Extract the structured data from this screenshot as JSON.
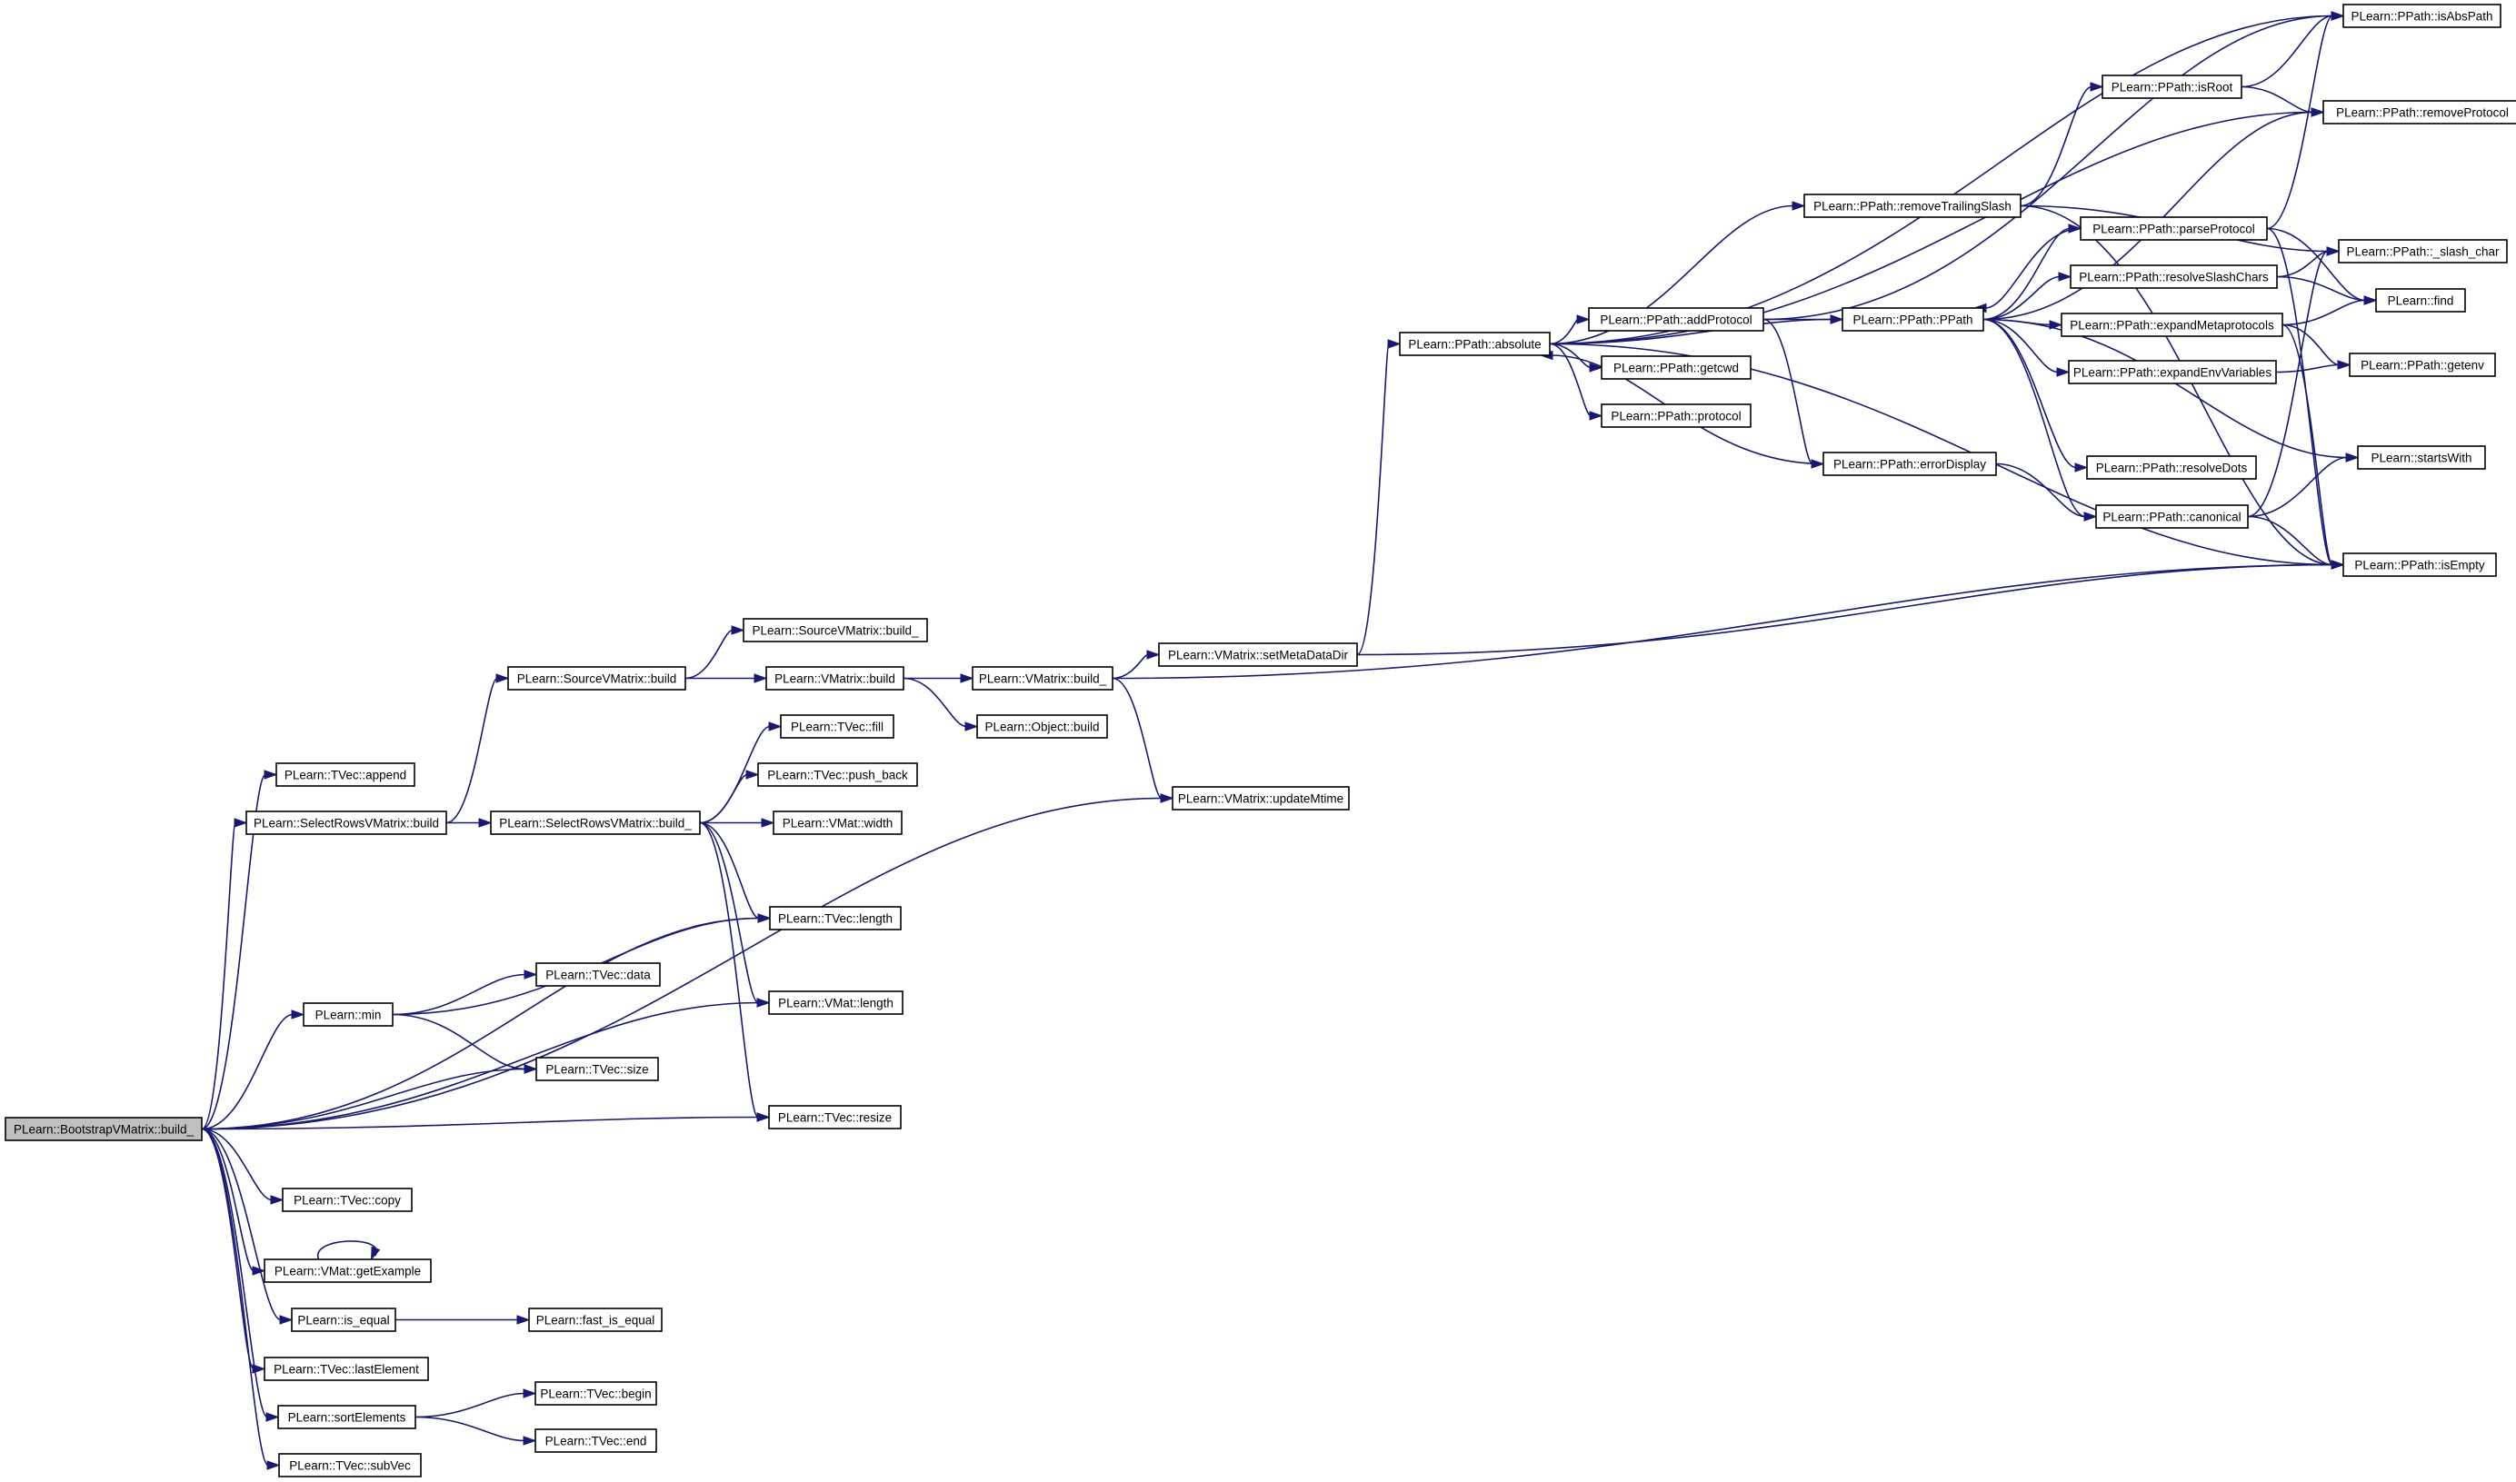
{
  "nodes": [
    {
      "id": "bootstrap_build_",
      "label": "PLearn::BootstrapVMatrix::build_",
      "kind": "root"
    },
    {
      "id": "tvec_append",
      "label": "PLearn::TVec::append",
      "kind": "normal"
    },
    {
      "id": "selrows_build",
      "label": "PLearn::SelectRowsVMatrix::build",
      "kind": "normal"
    },
    {
      "id": "selrows_build_",
      "label": "PLearn::SelectRowsVMatrix::build_",
      "kind": "normal"
    },
    {
      "id": "srcv_build",
      "label": "PLearn::SourceVMatrix::build",
      "kind": "normal"
    },
    {
      "id": "srcv_build_",
      "label": "PLearn::SourceVMatrix::build_",
      "kind": "normal"
    },
    {
      "id": "vmatrix_build",
      "label": "PLearn::VMatrix::build",
      "kind": "normal"
    },
    {
      "id": "vmatrix_build_",
      "label": "PLearn::VMatrix::build_",
      "kind": "normal"
    },
    {
      "id": "object_build",
      "label": "PLearn::Object::build",
      "kind": "normal"
    },
    {
      "id": "setmetadatadir",
      "label": "PLearn::VMatrix::setMetaDataDir",
      "kind": "normal"
    },
    {
      "id": "updatemtime",
      "label": "PLearn::VMatrix::updateMtime",
      "kind": "normal"
    },
    {
      "id": "tvec_fill",
      "label": "PLearn::TVec::fill",
      "kind": "normal"
    },
    {
      "id": "tvec_push_back",
      "label": "PLearn::TVec::push_back",
      "kind": "normal"
    },
    {
      "id": "vmat_width",
      "label": "PLearn::VMat::width",
      "kind": "normal"
    },
    {
      "id": "tvec_length",
      "label": "PLearn::TVec::length",
      "kind": "normal"
    },
    {
      "id": "min",
      "label": "PLearn::min",
      "kind": "normal"
    },
    {
      "id": "tvec_data",
      "label": "PLearn::TVec::data",
      "kind": "normal"
    },
    {
      "id": "tvec_size",
      "label": "PLearn::TVec::size",
      "kind": "normal"
    },
    {
      "id": "vmat_length",
      "label": "PLearn::VMat::length",
      "kind": "normal"
    },
    {
      "id": "tvec_resize",
      "label": "PLearn::TVec::resize",
      "kind": "normal"
    },
    {
      "id": "tvec_copy",
      "label": "PLearn::TVec::copy",
      "kind": "normal"
    },
    {
      "id": "vmat_getexample",
      "label": "PLearn::VMat::getExample",
      "kind": "normal"
    },
    {
      "id": "is_equal",
      "label": "PLearn::is_equal",
      "kind": "normal"
    },
    {
      "id": "fast_is_equal",
      "label": "PLearn::fast_is_equal",
      "kind": "normal"
    },
    {
      "id": "tvec_lastelement",
      "label": "PLearn::TVec::lastElement",
      "kind": "normal"
    },
    {
      "id": "sortelements",
      "label": "PLearn::sortElements",
      "kind": "normal"
    },
    {
      "id": "tvec_begin",
      "label": "PLearn::TVec::begin",
      "kind": "normal"
    },
    {
      "id": "tvec_end",
      "label": "PLearn::TVec::end",
      "kind": "normal"
    },
    {
      "id": "tvec_subvec",
      "label": "PLearn::TVec::subVec",
      "kind": "normal"
    },
    {
      "id": "ppath_absolute",
      "label": "PLearn::PPath::absolute",
      "kind": "normal"
    },
    {
      "id": "ppath_addprotocol",
      "label": "PLearn::PPath::addProtocol",
      "kind": "normal"
    },
    {
      "id": "ppath_getcwd",
      "label": "PLearn::PPath::getcwd",
      "kind": "normal"
    },
    {
      "id": "ppath_protocol",
      "label": "PLearn::PPath::protocol",
      "kind": "normal"
    },
    {
      "id": "ppath_removetrailingslash",
      "label": "PLearn::PPath::removeTrailingSlash",
      "kind": "normal"
    },
    {
      "id": "ppath_ppath",
      "label": "PLearn::PPath::PPath",
      "kind": "normal"
    },
    {
      "id": "ppath_errordisplay",
      "label": "PLearn::PPath::errorDisplay",
      "kind": "normal"
    },
    {
      "id": "ppath_isroot",
      "label": "PLearn::PPath::isRoot",
      "kind": "truncated"
    },
    {
      "id": "ppath_parseprotocol",
      "label": "PLearn::PPath::parseProtocol",
      "kind": "normal"
    },
    {
      "id": "ppath_resolveslashchars",
      "label": "PLearn::PPath::resolveSlashChars",
      "kind": "truncated"
    },
    {
      "id": "ppath_expandmetaprotocols",
      "label": "PLearn::PPath::expandMetaprotocols",
      "kind": "truncated"
    },
    {
      "id": "ppath_expandenvvariables",
      "label": "PLearn::PPath::expandEnvVariables",
      "kind": "normal"
    },
    {
      "id": "ppath_resolvedots",
      "label": "PLearn::PPath::resolveDots",
      "kind": "truncated"
    },
    {
      "id": "ppath_canonical",
      "label": "PLearn::PPath::canonical",
      "kind": "truncated"
    },
    {
      "id": "ppath_isabspath",
      "label": "PLearn::PPath::isAbsPath",
      "kind": "normal"
    },
    {
      "id": "ppath_removeprotocol",
      "label": "PLearn::PPath::removeProtocol",
      "kind": "normal"
    },
    {
      "id": "ppath_slash_char",
      "label": "PLearn::PPath::_slash_char",
      "kind": "normal"
    },
    {
      "id": "find",
      "label": "PLearn::find",
      "kind": "normal"
    },
    {
      "id": "ppath_getenv",
      "label": "PLearn::PPath::getenv",
      "kind": "normal"
    },
    {
      "id": "startswith",
      "label": "PLearn::startsWith",
      "kind": "normal"
    },
    {
      "id": "ppath_isempty",
      "label": "PLearn::PPath::isEmpty",
      "kind": "normal"
    }
  ],
  "edges": [
    [
      "bootstrap_build_",
      "tvec_append"
    ],
    [
      "bootstrap_build_",
      "selrows_build"
    ],
    [
      "bootstrap_build_",
      "updatemtime"
    ],
    [
      "bootstrap_build_",
      "tvec_length"
    ],
    [
      "bootstrap_build_",
      "min"
    ],
    [
      "bootstrap_build_",
      "tvec_size"
    ],
    [
      "bootstrap_build_",
      "vmat_length"
    ],
    [
      "bootstrap_build_",
      "tvec_resize"
    ],
    [
      "bootstrap_build_",
      "tvec_copy"
    ],
    [
      "bootstrap_build_",
      "vmat_getexample"
    ],
    [
      "bootstrap_build_",
      "is_equal"
    ],
    [
      "bootstrap_build_",
      "tvec_lastelement"
    ],
    [
      "bootstrap_build_",
      "sortelements"
    ],
    [
      "bootstrap_build_",
      "tvec_subvec"
    ],
    [
      "selrows_build",
      "srcv_build"
    ],
    [
      "selrows_build",
      "selrows_build_"
    ],
    [
      "srcv_build",
      "srcv_build_"
    ],
    [
      "srcv_build",
      "vmatrix_build"
    ],
    [
      "vmatrix_build",
      "vmatrix_build_"
    ],
    [
      "vmatrix_build",
      "object_build"
    ],
    [
      "vmatrix_build_",
      "setmetadatadir"
    ],
    [
      "vmatrix_build_",
      "updatemtime"
    ],
    [
      "vmatrix_build_",
      "ppath_isempty"
    ],
    [
      "selrows_build_",
      "tvec_fill"
    ],
    [
      "selrows_build_",
      "tvec_push_back"
    ],
    [
      "selrows_build_",
      "vmat_width"
    ],
    [
      "selrows_build_",
      "tvec_length"
    ],
    [
      "selrows_build_",
      "vmat_length"
    ],
    [
      "selrows_build_",
      "tvec_resize"
    ],
    [
      "min",
      "tvec_data"
    ],
    [
      "min",
      "tvec_length"
    ],
    [
      "min",
      "tvec_size"
    ],
    [
      "vmat_getexample",
      "vmat_getexample"
    ],
    [
      "is_equal",
      "fast_is_equal"
    ],
    [
      "sortelements",
      "tvec_begin"
    ],
    [
      "sortelements",
      "tvec_end"
    ],
    [
      "setmetadatadir",
      "ppath_absolute"
    ],
    [
      "setmetadatadir",
      "ppath_isempty"
    ],
    [
      "ppath_absolute",
      "ppath_isabspath"
    ],
    [
      "ppath_absolute",
      "ppath_removeprotocol"
    ],
    [
      "ppath_absolute",
      "ppath_removetrailingslash"
    ],
    [
      "ppath_absolute",
      "ppath_addprotocol"
    ],
    [
      "ppath_absolute",
      "ppath_ppath"
    ],
    [
      "ppath_absolute",
      "ppath_getcwd"
    ],
    [
      "ppath_absolute",
      "ppath_protocol"
    ],
    [
      "ppath_absolute",
      "ppath_isempty"
    ],
    [
      "ppath_addprotocol",
      "ppath_ppath"
    ],
    [
      "ppath_addprotocol",
      "ppath_errordisplay"
    ],
    [
      "ppath_addprotocol",
      "ppath_isabspath"
    ],
    [
      "ppath_errordisplay",
      "ppath_absolute"
    ],
    [
      "ppath_errordisplay",
      "ppath_canonical"
    ],
    [
      "ppath_removetrailingslash",
      "ppath_isroot"
    ],
    [
      "ppath_removetrailingslash",
      "ppath_slash_char"
    ],
    [
      "ppath_removetrailingslash",
      "ppath_isempty"
    ],
    [
      "ppath_isroot",
      "ppath_isabspath"
    ],
    [
      "ppath_isroot",
      "ppath_removeprotocol"
    ],
    [
      "ppath_ppath",
      "ppath_parseprotocol"
    ],
    [
      "ppath_ppath",
      "ppath_resolveslashchars"
    ],
    [
      "ppath_ppath",
      "ppath_expandmetaprotocols"
    ],
    [
      "ppath_ppath",
      "ppath_expandenvvariables"
    ],
    [
      "ppath_ppath",
      "ppath_resolvedots"
    ],
    [
      "ppath_ppath",
      "ppath_canonical"
    ],
    [
      "ppath_ppath",
      "ppath_removeprotocol"
    ],
    [
      "ppath_ppath",
      "startswith"
    ],
    [
      "ppath_parseprotocol",
      "ppath_isabspath"
    ],
    [
      "ppath_parseprotocol",
      "ppath_ppath"
    ],
    [
      "ppath_parseprotocol",
      "find"
    ],
    [
      "ppath_parseprotocol",
      "ppath_isempty"
    ],
    [
      "ppath_resolveslashchars",
      "ppath_slash_char"
    ],
    [
      "ppath_resolveslashchars",
      "find"
    ],
    [
      "ppath_expandmetaprotocols",
      "find"
    ],
    [
      "ppath_expandmetaprotocols",
      "ppath_getenv"
    ],
    [
      "ppath_expandmetaprotocols",
      "ppath_isempty"
    ],
    [
      "ppath_expandenvvariables",
      "ppath_getenv"
    ],
    [
      "ppath_canonical",
      "startswith"
    ],
    [
      "ppath_canonical",
      "ppath_isempty"
    ],
    [
      "ppath_canonical",
      "ppath_slash_char"
    ]
  ],
  "colors": {
    "edge": "#191970",
    "root_fill": "#bfbfbf",
    "node_fill": "#ffffff",
    "node_border": "#000000",
    "truncated_border": "#ff0000"
  }
}
